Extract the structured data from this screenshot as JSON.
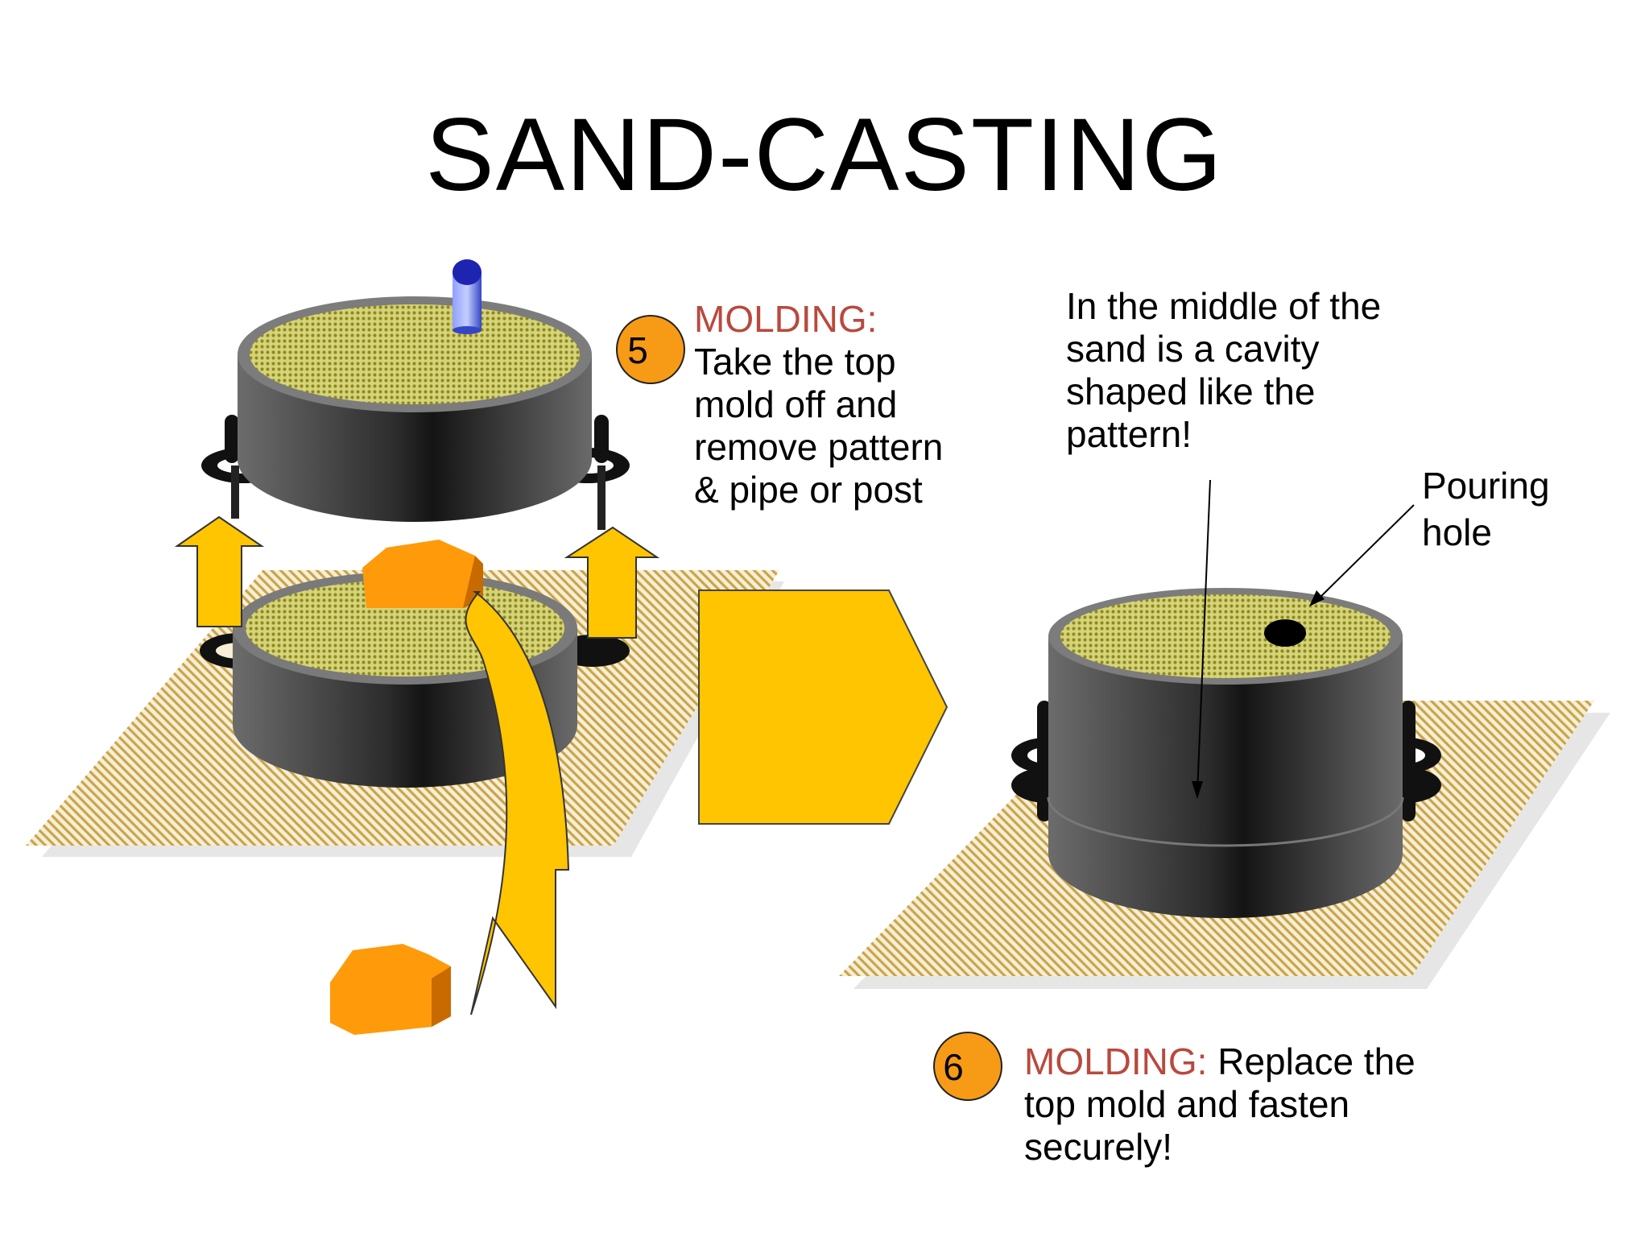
{
  "title": "SAND-CASTING",
  "step5": {
    "number": "5",
    "heading": "MOLDING:",
    "lines": [
      "Take the top",
      "mold off and",
      "remove pattern",
      "& pipe or post"
    ]
  },
  "cavity_note": {
    "lines": [
      "In the middle of the",
      "sand is a cavity",
      "shaped like the",
      "pattern!"
    ]
  },
  "pouring_label": {
    "lines": [
      "Pouring",
      "hole"
    ]
  },
  "step6": {
    "number": "6",
    "heading": "MOLDING:",
    "lines": [
      "Replace the",
      "top mold and fasten",
      "securely!"
    ]
  },
  "colors": {
    "accent_text": "#b9493d",
    "badge_fill": "#f79a16",
    "arrow_yellow": "#ffc500",
    "pattern_orange": "#ff9a0a",
    "flask_dark": "#3a3a3a",
    "sand_green": "#a7a52e",
    "board_tan": "#c9a44a",
    "post_blue": "#2e3aa8"
  },
  "icons": {
    "badge": "circle-number-badge",
    "forward_arrow": "pentagon-arrow-right",
    "lift_arrow": "up-arrow",
    "curved_arrow": "curved-down-arrow",
    "pattern_block": "pattern-block"
  }
}
